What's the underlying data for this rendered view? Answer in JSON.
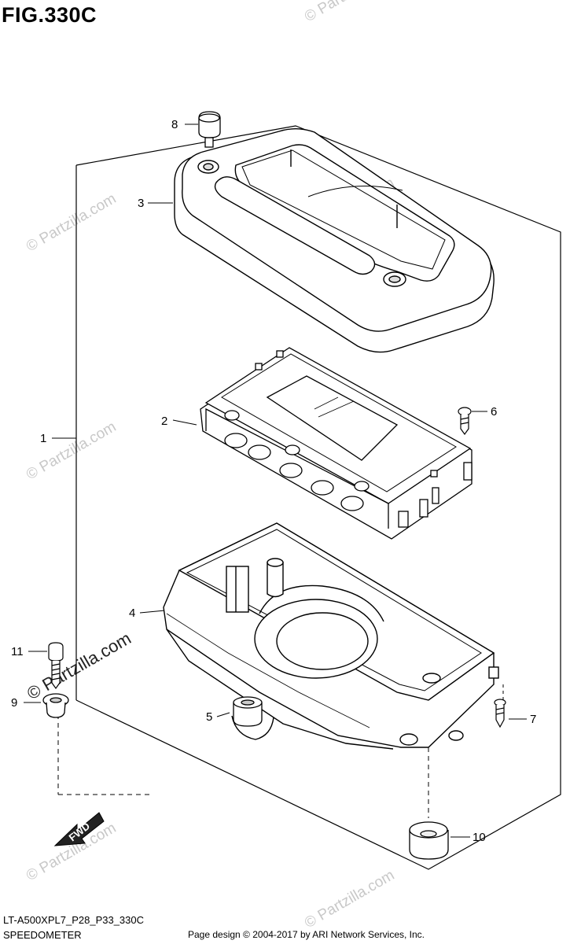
{
  "title": "FIG.330C",
  "callouts": [
    "1",
    "2",
    "3",
    "4",
    "5",
    "6",
    "7",
    "8",
    "9",
    "10",
    "11"
  ],
  "fwd_label": "FWD",
  "watermark_text": "© Partzilla.com",
  "footer": {
    "model_code": "LT-A500XPL7_P28_P33_330C",
    "part_name": "SPEEDOMETER",
    "copyright": "Page design © 2004-2017 by ARI Network Services, Inc."
  }
}
